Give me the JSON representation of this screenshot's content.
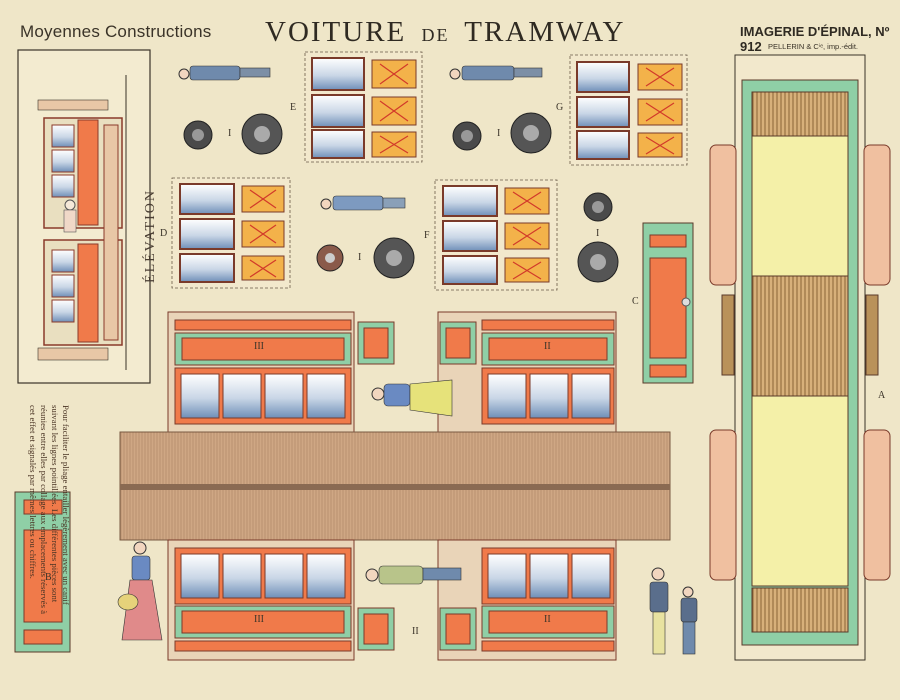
{
  "header": {
    "left": "Moyennes Constructions",
    "title_a": "VOITURE",
    "title_de": "DE",
    "title_b": "TRAMWAY",
    "imprint": "IMAGERIE D'ÉPINAL, Nº 912",
    "publisher": "PELLERIN & Cⁱᵉ, imp.-édit."
  },
  "elevation_label": "ÉLÉVATION",
  "instructions": "Pour faciliter le pliage entailler légèrement avec un canif suivant les lignes pointillées. Les différentes pièces sont réunies entre elles par collage aux emplacements réservés à cet effet et signalés par mêmes lettres ou chiffres.",
  "piece_letters": {
    "e": "E",
    "g": "G",
    "d": "D",
    "f": "F",
    "c": "C",
    "a": "A",
    "b": "B",
    "i1": "I",
    "i2": "I",
    "i3": "I",
    "i4": "I",
    "iii_top": "III",
    "ii_top": "II",
    "iii_bot": "III",
    "ii_bot": "II",
    "ii_side": "II"
  },
  "colors": {
    "paper": "#efe6c8",
    "orange": "#f07a4a",
    "green": "#8fcfa6",
    "floor_yellow": "#f4f0a8",
    "roof_brown": "#c9a07a",
    "window_blue": "#8aa3c4",
    "wood": "#b9925a"
  }
}
